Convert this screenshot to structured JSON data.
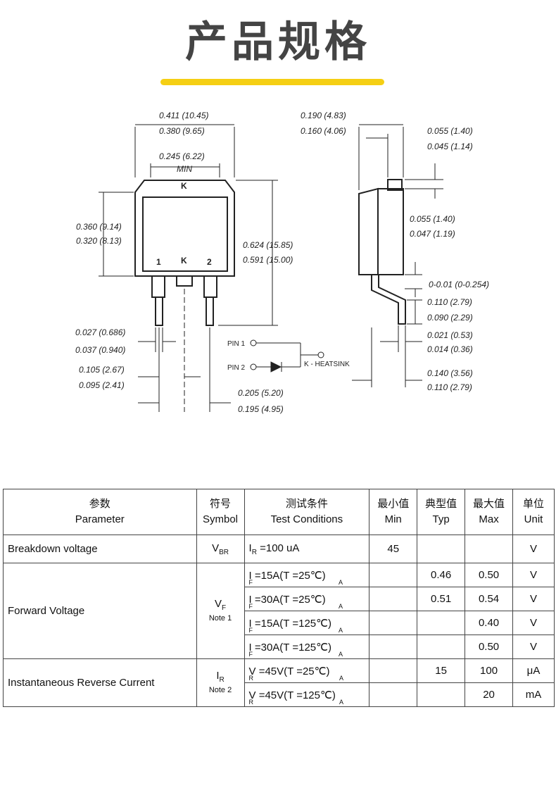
{
  "page_title": "产品规格",
  "colors": {
    "accent_bar": "#f5cf14",
    "title": "#444444"
  },
  "drawing": {
    "left_view": {
      "width_total": [
        "0.411 (10.45)",
        "0.380 (9.65)"
      ],
      "tab_width": [
        "0.245 (6.22)",
        "MIN"
      ],
      "body_height": [
        "0.360 (9.14)",
        "0.320 (8.13)"
      ],
      "total_height": [
        "0.624 (15.85)",
        "0.591 (15.00)"
      ],
      "lead_width": [
        "0.027 (0.686)",
        "0.037 (0.940)"
      ],
      "lead_pitch": [
        "0.105 (2.67)",
        "0.095 (2.41)"
      ],
      "lead_span": [
        "0.205 (5.20)",
        "0.195 (4.95)"
      ],
      "pin_labels": [
        "1",
        "K",
        "2"
      ],
      "top_label": "K"
    },
    "side_view": {
      "thickness": [
        "0.190 (4.83)",
        "0.160 (4.06)"
      ],
      "tab_thickness": [
        "0.055 (1.40)",
        "0.045 (1.14)"
      ],
      "tab_step": [
        "0.055 (1.40)",
        "0.047 (1.19)"
      ],
      "standoff": "0-0.01 (0-0.254)",
      "lead_length": [
        "0.110 (2.79)",
        "0.090 (2.29)"
      ],
      "lead_thick": [
        "0.021 (0.53)",
        "0.014 (0.36)"
      ],
      "foot": [
        "0.140 (3.56)",
        "0.110 (2.79)"
      ]
    },
    "schematic": {
      "pin1": "PIN 1",
      "pin2": "PIN 2",
      "heatsink": "K - HEATSINK"
    }
  },
  "table": {
    "headers": [
      {
        "cn": "参数",
        "en": "Parameter"
      },
      {
        "cn": "符号",
        "en": "Symbol"
      },
      {
        "cn": "测试条件",
        "en": "Test Conditions"
      },
      {
        "cn": "最小值",
        "en": "Min"
      },
      {
        "cn": "典型值",
        "en": "Typ"
      },
      {
        "cn": "最大值",
        "en": "Max"
      },
      {
        "cn": "单位",
        "en": "Unit"
      }
    ],
    "breakdown": {
      "param": "Breakdown voltage",
      "sym": "V",
      "sym_sub": "BR",
      "cond": "I",
      "cond_sub": "R",
      "cond_rest": " =100 uA",
      "min": "45",
      "typ": "",
      "max": "",
      "unit": "V"
    },
    "forward": {
      "param": "Forward Voltage",
      "sym": "V",
      "sym_sub": "F",
      "note": "Note 1",
      "rows": [
        {
          "cond": "I  =15A(T   =25℃)",
          "typ": "0.46",
          "max": "0.50",
          "unit": "V"
        },
        {
          "cond": "I  =30A(T   =25℃)",
          "typ": "0.51",
          "max": "0.54",
          "unit": "V"
        },
        {
          "cond": "I  =15A(T   =125℃)",
          "typ": "",
          "max": "0.40",
          "unit": "V"
        },
        {
          "cond": "I  =30A(T   =125℃)",
          "typ": "",
          "max": "0.50",
          "unit": "V"
        }
      ],
      "sub_letters": "F  A"
    },
    "reverse": {
      "param": "Instantaneous Reverse Current",
      "sym": "I",
      "sym_sub": "R",
      "note": "Note 2",
      "rows": [
        {
          "cond": "V  =45V(T   =25℃)",
          "typ": "15",
          "max": "100",
          "unit": "μA"
        },
        {
          "cond": "V  =45V(T   =125℃)",
          "typ": "",
          "max": "20",
          "unit": "mA"
        }
      ],
      "sub_letters": "R  A"
    }
  }
}
